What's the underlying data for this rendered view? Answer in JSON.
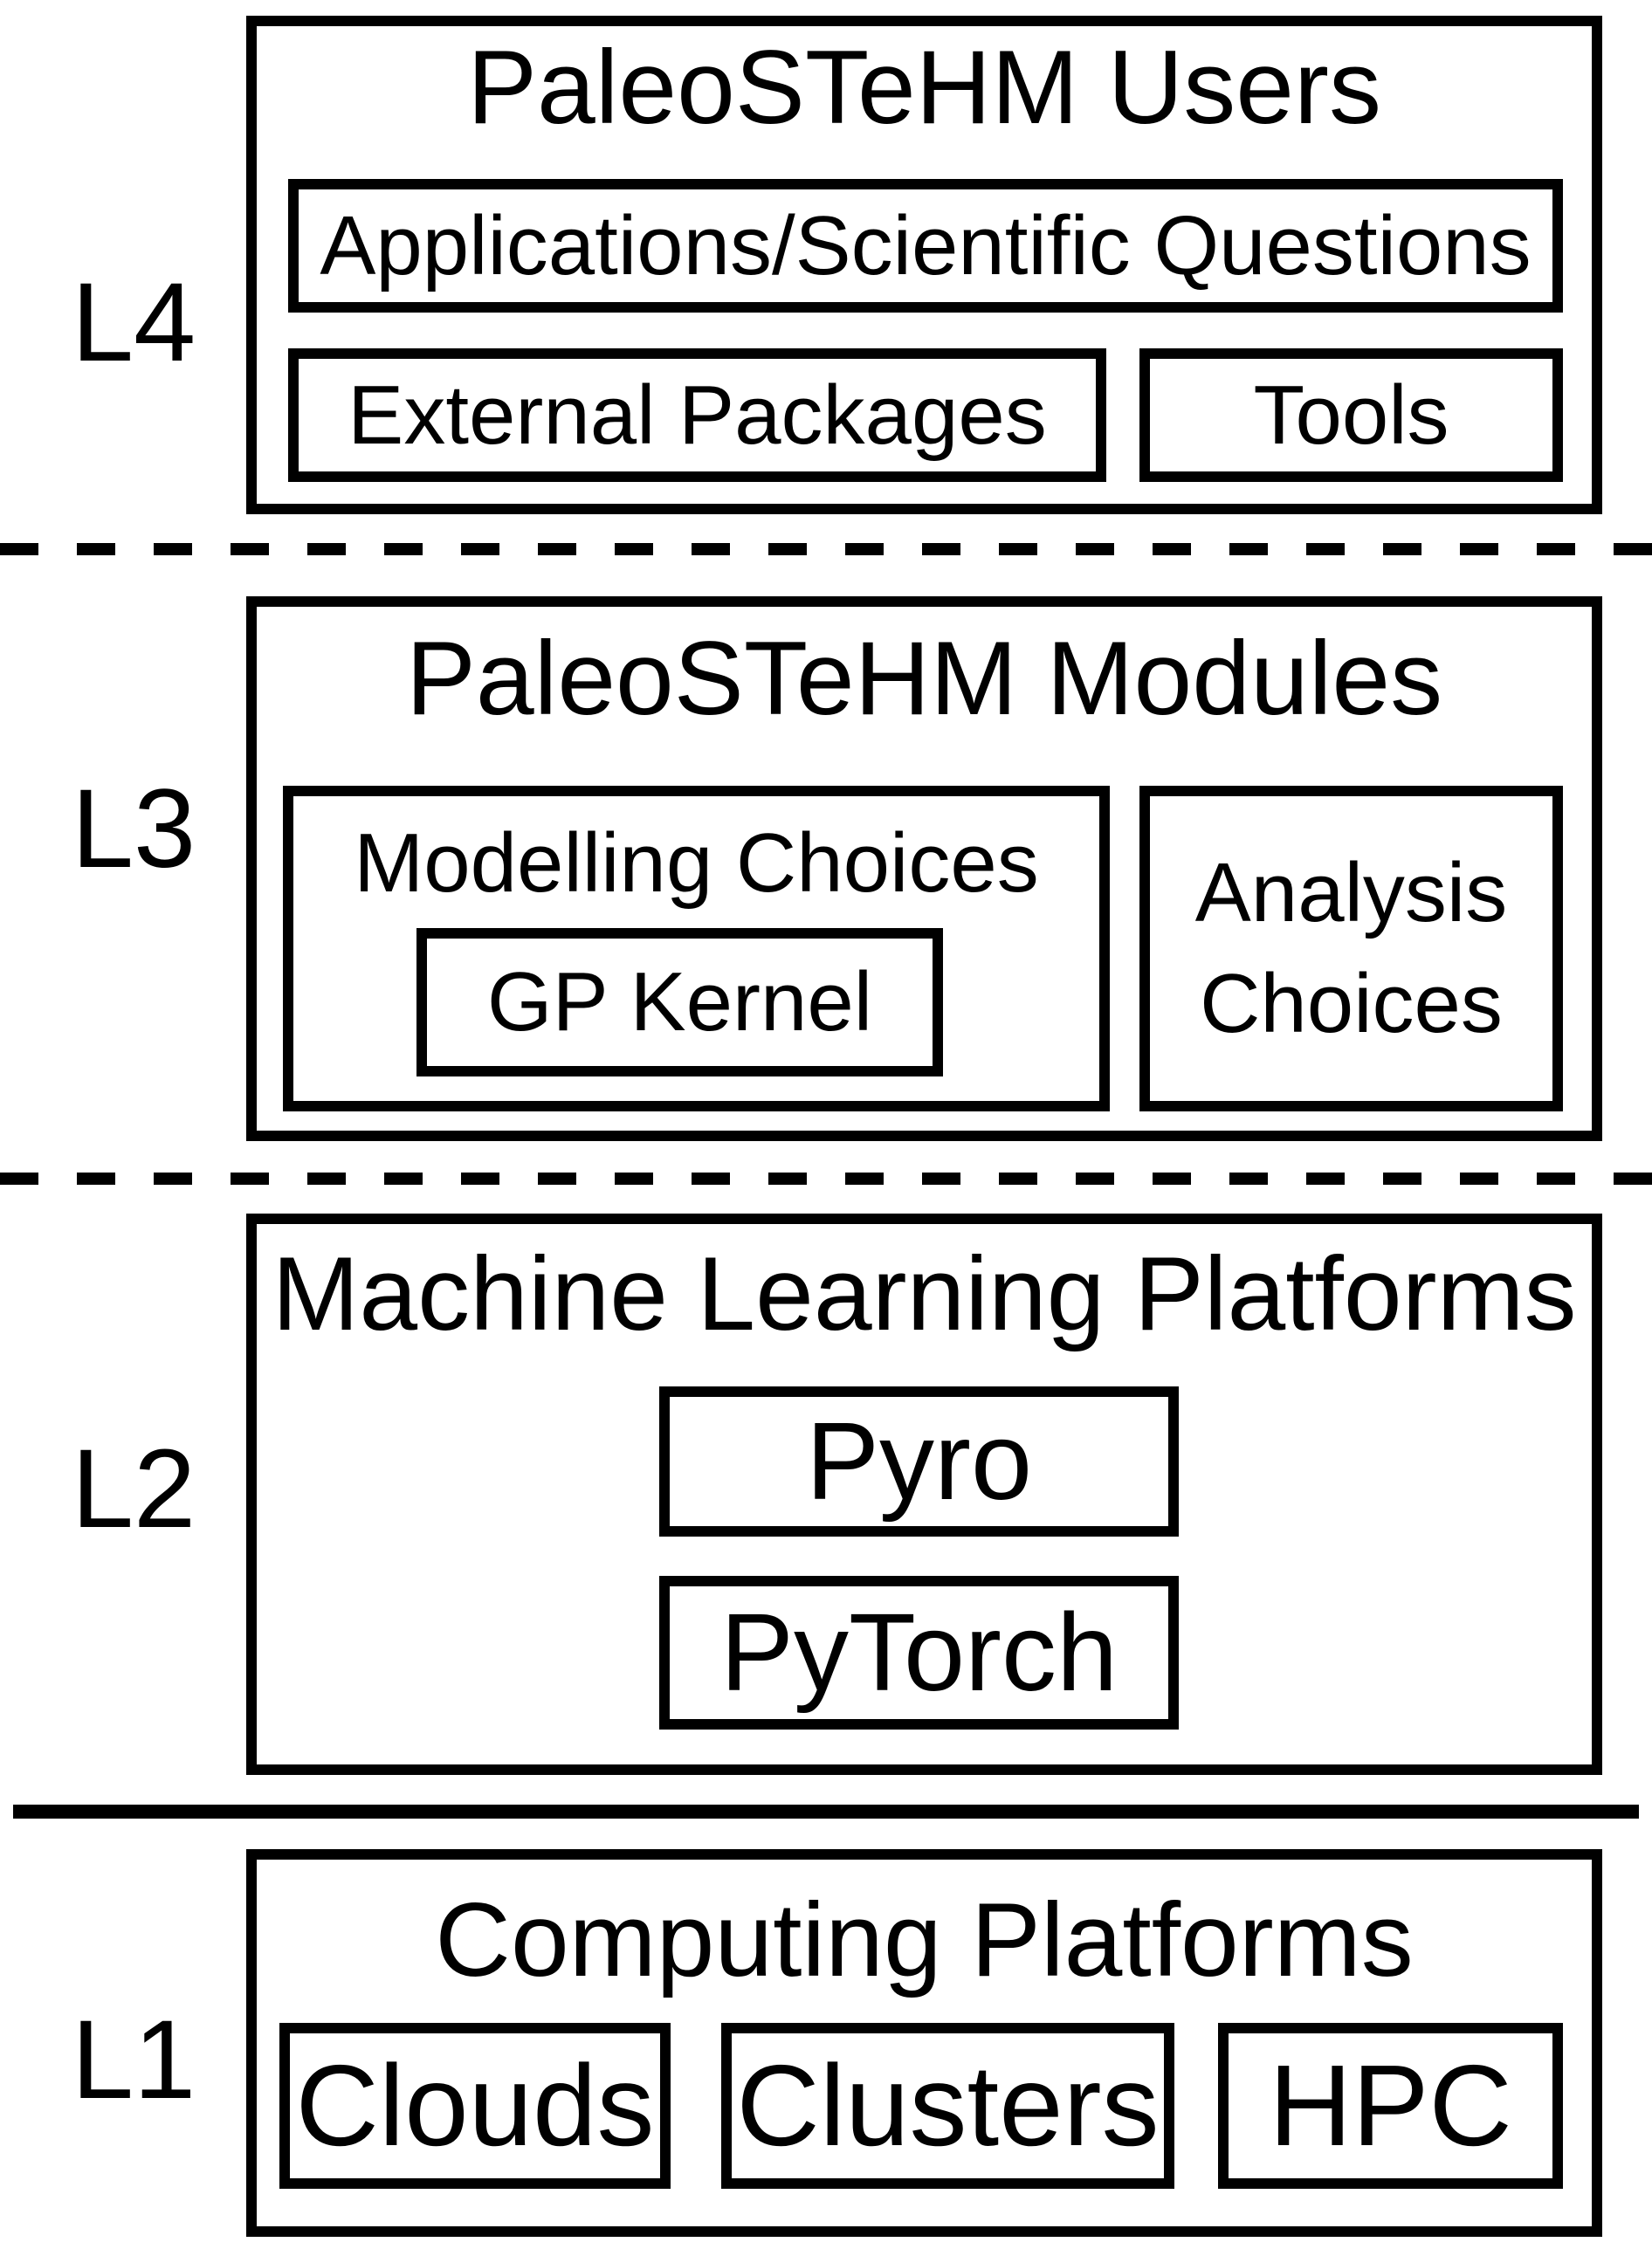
{
  "colors": {
    "ink": "#000000",
    "background": "#ffffff"
  },
  "levels": {
    "l4": {
      "marker": "L4",
      "title": "PaleoSTeHM Users",
      "boxes": {
        "applications": "Applications/Scientific Questions",
        "external_packages": "External Packages",
        "tools": "Tools"
      }
    },
    "l3": {
      "marker": "L3",
      "title": "PaleoSTeHM Modules",
      "boxes": {
        "modelling_choices": "Modelling Choices",
        "gp_kernel": "GP Kernel",
        "analysis_choices": "Analysis Choices"
      }
    },
    "l2": {
      "marker": "L2",
      "title": "Machine Learning Platforms",
      "boxes": {
        "pyro": "Pyro",
        "pytorch": "PyTorch"
      }
    },
    "l1": {
      "marker": "L1",
      "title": "Computing Platforms",
      "boxes": {
        "clouds": "Clouds",
        "clusters": "Clusters",
        "hpc": "HPC"
      }
    }
  }
}
